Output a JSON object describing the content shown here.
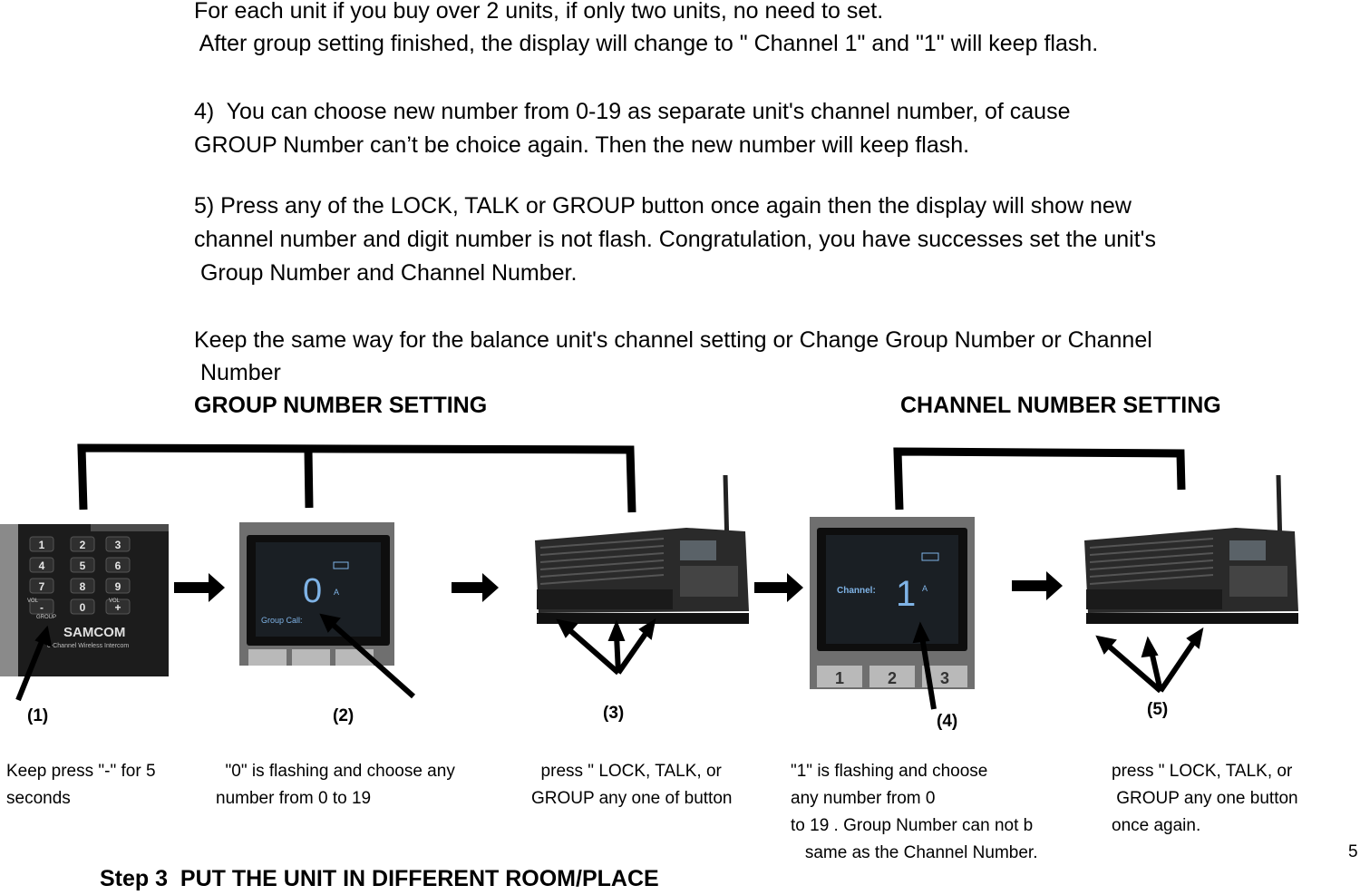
{
  "paragraphs": {
    "p1_l1": "For each unit if you buy over 2 units, if only two units, no need to set.",
    "p1_l2": " After group setting finished, the display will change to \" Channel 1\" and \"1\" will keep flash.",
    "p2_l1": "4)  You can choose new number from 0-19 as separate unit's channel number, of cause",
    "p2_l2": "GROUP Number can’t be choice again. Then the new number will keep flash.",
    "p3_l1": "5) Press any of the LOCK, TALK or GROUP button once again then the display will show new",
    "p3_l2": "channel number and digit number is not flash. Congratulation, you have successes set the unit's",
    "p3_l3": " Group Number and Channel Number.",
    "p4_l1": "Keep the same way for the balance unit's channel setting or Change Group Number or Channel",
    "p4_l2": " Number"
  },
  "headings": {
    "group": "GROUP NUMBER SETTING",
    "channel": "CHANNEL NUMBER SETTING"
  },
  "device_labels": {
    "brand": "SAMCOM",
    "sub": "0-Channel Wireless Intercom",
    "vol_minus": "VOL",
    "group_key": "GROUP",
    "vol_plus": "VOL",
    "display_digit_group": "0",
    "display_group_label": "Group Call:",
    "display_digit_channel": "1",
    "display_channel_label": "Channel:",
    "display_a": "A",
    "keys": [
      "1",
      "2",
      "3",
      "4",
      "5",
      "6",
      "7",
      "8",
      "9",
      "-",
      "0",
      "+"
    ]
  },
  "steps": [
    {
      "num": "(1)",
      "caption": [
        "Keep press \"-\" for 5",
        "seconds"
      ]
    },
    {
      "num": "(2)",
      "caption": [
        "  \"0\" is flashing and choose any",
        "number from 0 to 19"
      ]
    },
    {
      "num": "(3)",
      "caption": [
        "  press \" LOCK, TALK, or",
        "GROUP any one of button"
      ]
    },
    {
      "num": "(4)",
      "caption": [
        "\"1\" is flashing and choose",
        "any number from 0",
        "to 19 . Group Number can not b",
        "   same as the Channel Number."
      ]
    },
    {
      "num": "(5)",
      "caption": [
        "press \" LOCK, TALK, or",
        " GROUP any one button",
        "once again."
      ]
    }
  ],
  "page_number": "5",
  "step_heading": "Step 3  PUT THE UNIT IN DIFFERENT ROOM/PLACE"
}
